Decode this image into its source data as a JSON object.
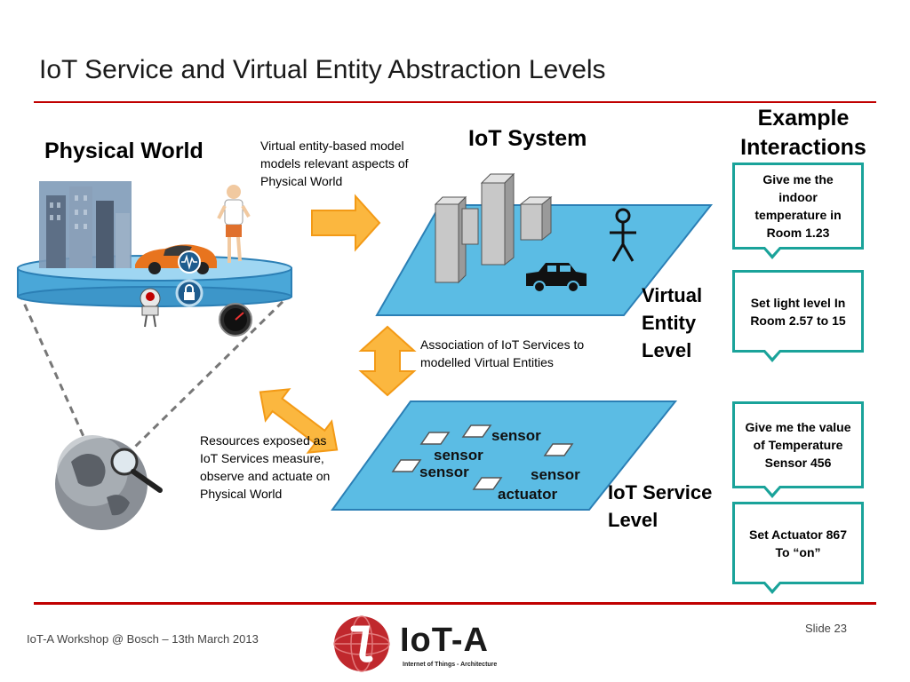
{
  "title": "IoT Service and Virtual Entity Abstraction Levels",
  "physical_world": {
    "label": "Physical World",
    "description": "Virtual entity-based model models relevant aspects of Physical World"
  },
  "iot_system": {
    "label": "IoT System"
  },
  "virtual_entity_level": {
    "line1": "Virtual",
    "line2": "Entity",
    "line3": "Level"
  },
  "association_text": "Association of IoT Services to modelled Virtual Entities",
  "resources_text": "Resources exposed as IoT Services measure, observe and actuate on Physical World",
  "iot_service_level": {
    "line1": "IoT Service",
    "line2": "Level",
    "labels": [
      "sensor",
      "sensor",
      "sensor",
      "sensor",
      "actuator"
    ]
  },
  "example_interactions": {
    "heading_line1": "Example",
    "heading_line2": "Interactions",
    "items": [
      "Give me the indoor temperature in Room 1.23",
      "Set light level In Room 2.57 to 15",
      "Give me the value of Temperature Sensor 456",
      "Set Actuator 867 To “on”"
    ]
  },
  "footer": {
    "left": "IoT-A Workshop @ Bosch – 13th March 2013",
    "slide": "Slide 23",
    "logo_text": "IoT-A",
    "logo_subtext": "Internet of Things - Architecture"
  },
  "colors": {
    "accent_red": "#c00000",
    "plane_blue": "#5bbce4",
    "arrow_orange": "#fbb73f",
    "callout_teal": "#1aa39a"
  }
}
